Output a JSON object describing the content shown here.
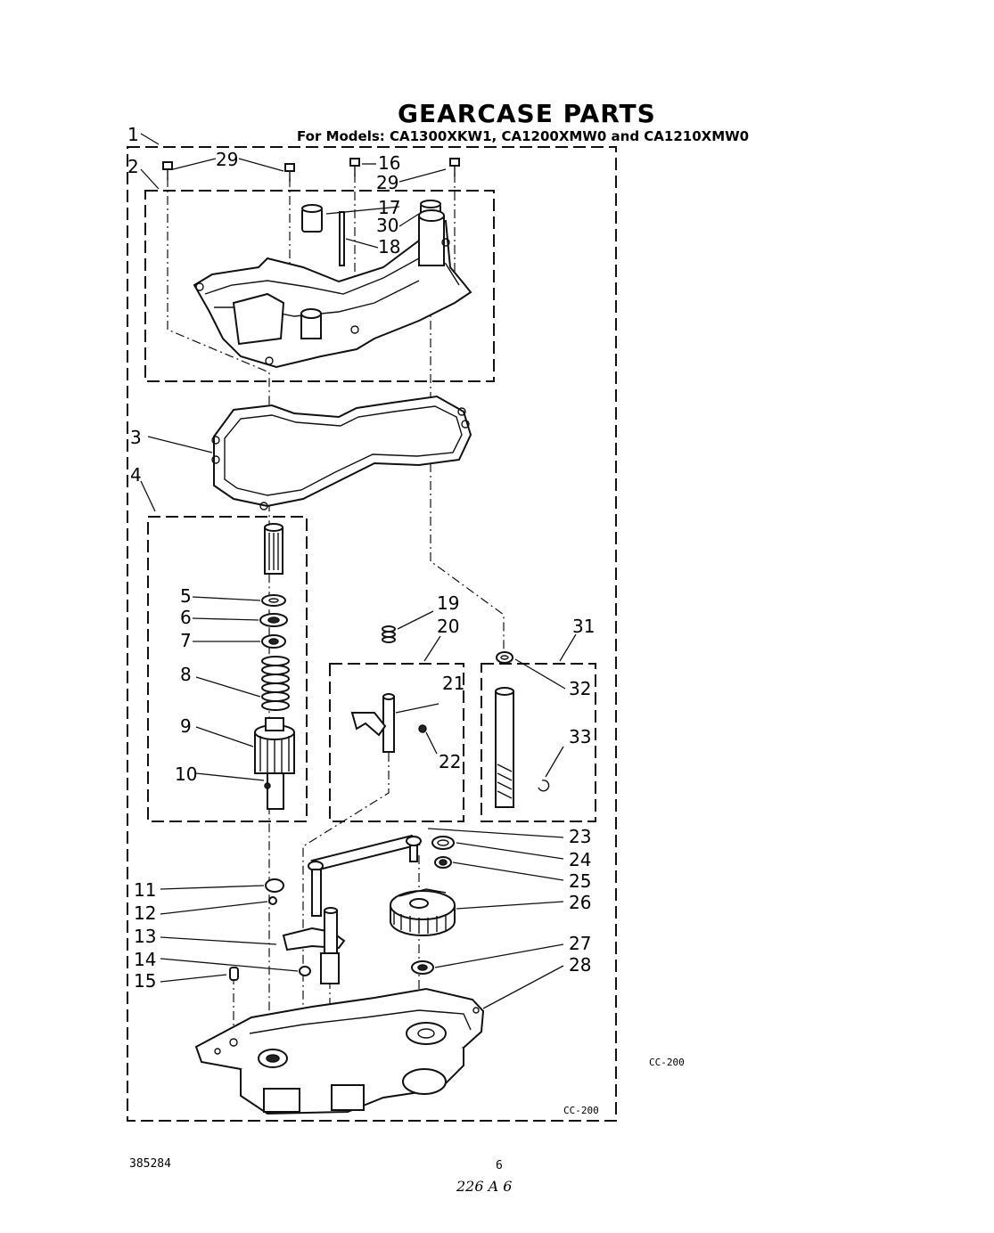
{
  "title": "GEARCASE PARTS",
  "subtitle": "For Models: CA1300XKW1, CA1200XMW0 and CA1210XMW0",
  "callouts": [
    "1",
    "2",
    "29",
    "29",
    "16",
    "17",
    "18",
    "29",
    "30",
    "3",
    "4",
    "5",
    "6",
    "7",
    "8",
    "9",
    "10",
    "19",
    "20",
    "21",
    "22",
    "31",
    "32",
    "33",
    "11",
    "12",
    "13",
    "14",
    "15",
    "23",
    "24",
    "25",
    "26",
    "27",
    "28"
  ],
  "codes": {
    "inner": "CC-200",
    "outer": "CC-200"
  },
  "footer": {
    "doc_number": "385284",
    "page": "6",
    "handwritten": "226 A 6"
  }
}
